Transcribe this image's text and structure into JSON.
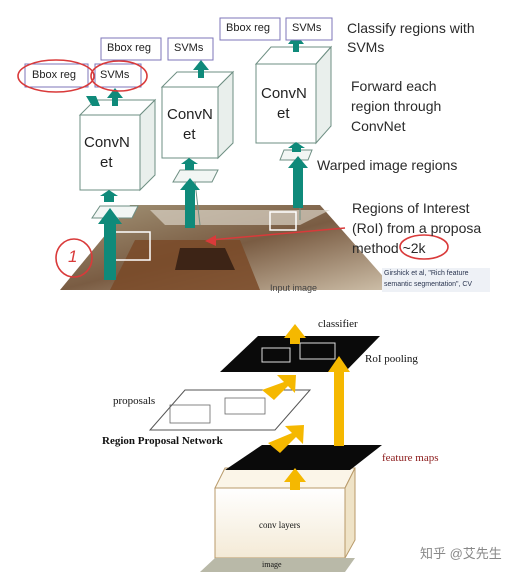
{
  "top": {
    "boxes": [
      {
        "id": "a",
        "bbox": "Bbox reg",
        "svms": "SVMs",
        "conv1": "ConvN",
        "conv2": "et"
      },
      {
        "id": "b",
        "bbox": "Bbox reg",
        "svms": "SVMs",
        "conv1": "ConvN",
        "conv2": "et"
      },
      {
        "id": "c",
        "bbox": "Bbox reg",
        "svms": "SVMs",
        "conv1": "ConvN",
        "conv2": "et"
      }
    ],
    "labels": {
      "classify1": "Classify regions with",
      "classify2": "SVMs",
      "forward1": "Forward each",
      "forward2": "region through",
      "forward3": "ConvNet",
      "warped": "Warped image regions",
      "roi1": "Regions of Interest",
      "roi2": "(RoI) from a proposa",
      "roi3_pre": "method ",
      "roi3_val": "~2k",
      "input": "Input image",
      "annotation": "1",
      "citation1": "Girshick et al, \"Rich feature",
      "citation2": "semantic segmentation\", CV"
    },
    "colors": {
      "box_border": "#6e8f83",
      "box_fill": "#ffffff",
      "arrow": "#0f8a7a",
      "label_border": "#7d75b8",
      "annotation": "#d93a3a"
    }
  },
  "bottom": {
    "labels": {
      "classifier": "classifier",
      "roi_pooling": "RoI pooling",
      "proposals": "proposals",
      "rpn": "Region Proposal Network",
      "feature_maps": "feature maps",
      "conv_layers": "conv layers",
      "image": "image"
    },
    "colors": {
      "arrow": "#f5b800",
      "feature_maps_text": "#8b1a1a"
    }
  },
  "watermark": "知乎 @艾先生"
}
